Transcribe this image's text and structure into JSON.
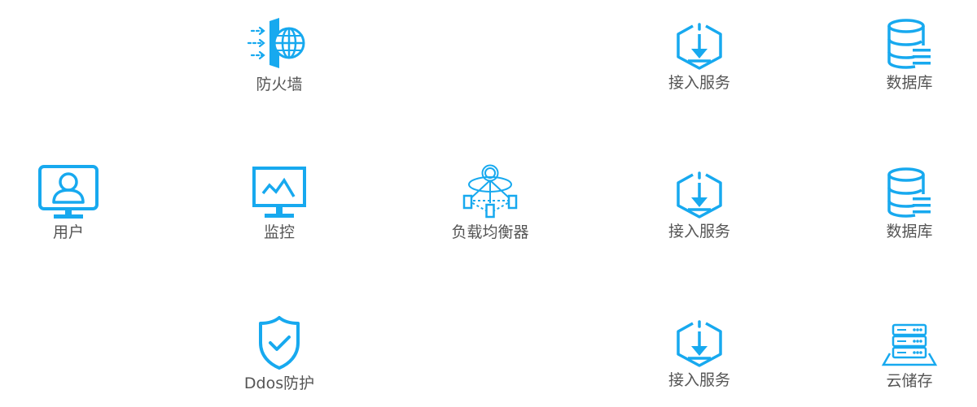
{
  "colors": {
    "accent": "#17a9ef",
    "label": "#555555"
  },
  "nodes": {
    "user": {
      "label": "用户",
      "icon": "monitor-user-icon"
    },
    "firewall": {
      "label": "防火墙",
      "icon": "firewall-globe-icon"
    },
    "monitor": {
      "label": "监控",
      "icon": "monitor-chart-icon"
    },
    "ddos": {
      "label": "Ddos防护",
      "icon": "shield-check-icon"
    },
    "load_balancer": {
      "label": "负载均衡器",
      "icon": "load-balancer-icon"
    },
    "access_service_1": {
      "label": "接入服务",
      "icon": "download-hexagon-icon"
    },
    "access_service_2": {
      "label": "接入服务",
      "icon": "download-hexagon-icon"
    },
    "access_service_3": {
      "label": "接入服务",
      "icon": "download-hexagon-icon"
    },
    "database_1": {
      "label": "数据库",
      "icon": "database-icon"
    },
    "database_2": {
      "label": "数据库",
      "icon": "database-icon"
    },
    "cloud_storage": {
      "label": "云储存",
      "icon": "server-storage-icon"
    }
  }
}
